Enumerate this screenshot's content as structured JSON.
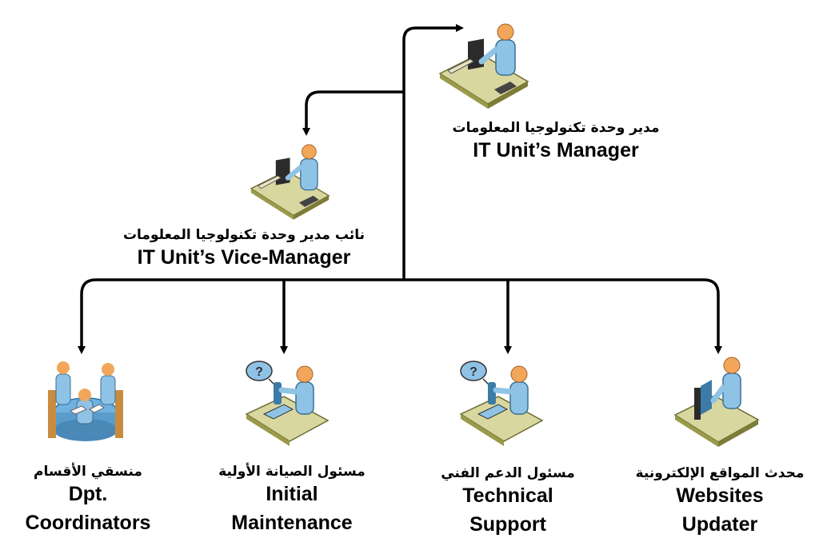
{
  "colors": {
    "line": "#000000",
    "person": "#8fc3e6",
    "person_stroke": "#3b6f93",
    "skin": "#f2a65a",
    "desk": "#9a9a4a",
    "desk_top": "#d9d7a0",
    "monitor": "#2b2b2b",
    "table_blue": "#6fb1e0"
  },
  "manager": {
    "title_ar": "مدير وحدة تكنولوجيا المعلومات",
    "title_en": "IT Unit’s Manager",
    "icon": "person-at-computer-desk-icon"
  },
  "vice_manager": {
    "title_ar": "نائب مدير وحدة تكنولوجيا المعلومات",
    "title_en": "IT Unit’s Vice-Manager",
    "icon": "person-at-computer-desk-icon"
  },
  "staff": [
    {
      "title_ar": "منسقي الأقسام",
      "title_en_1": "Dpt.",
      "title_en_2": "Coordinators",
      "icon": "meeting-table-icon"
    },
    {
      "title_ar": "مسئول الصيانة الأولية",
      "title_en_1": "Initial",
      "title_en_2": "Maintenance",
      "icon": "helpdesk-question-icon"
    },
    {
      "title_ar": "مسئول الدعم الفني",
      "title_en_1": "Technical",
      "title_en_2": "Support",
      "icon": "helpdesk-question-icon"
    },
    {
      "title_ar": "محدث المواقع الإلكترونية",
      "title_en_1": "Websites",
      "title_en_2": "Updater",
      "icon": "person-at-monitor-icon"
    }
  ]
}
